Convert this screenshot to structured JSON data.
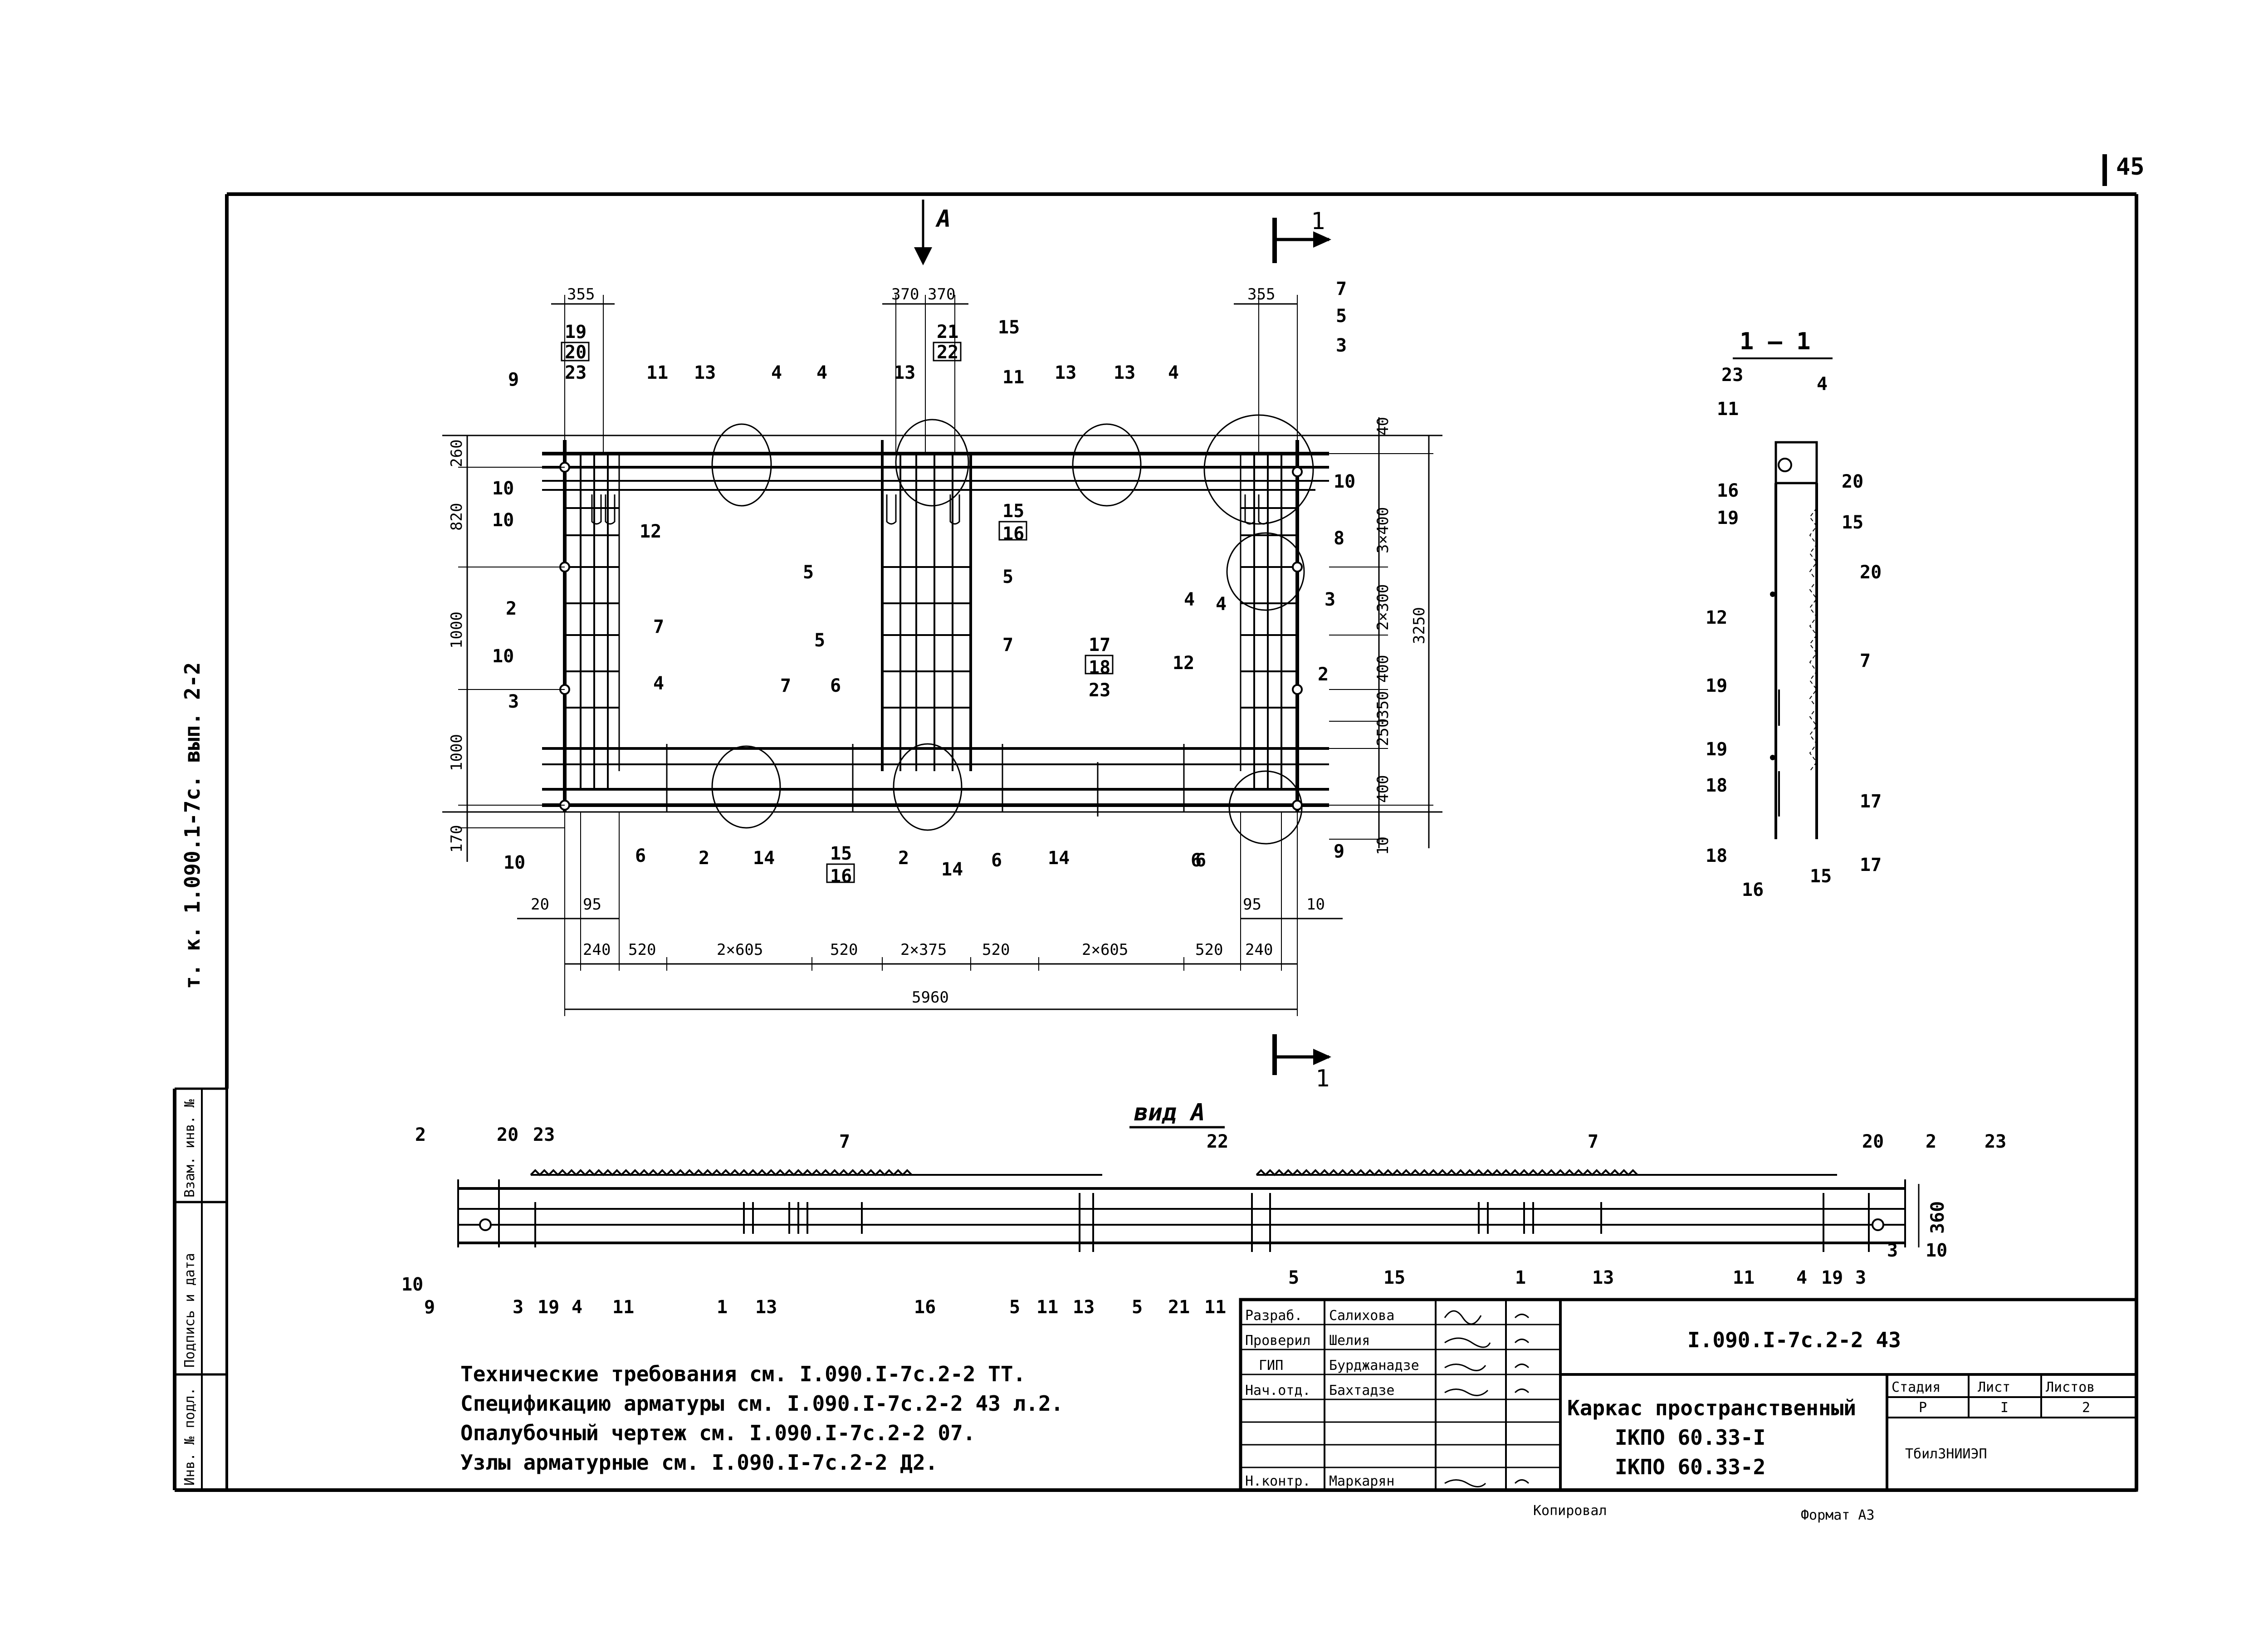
{
  "sheet_number": "45",
  "side_stamp": "т. к.  1.090.1-7с. вып. 2-2",
  "view_a_arrow_label": "А",
  "section_mark": "1",
  "section_title": "1 – 1",
  "view_a_title": "вид А",
  "main_plan": {
    "top_dims": [
      "355",
      "370",
      "370",
      "355"
    ],
    "left_dims": [
      "260",
      "820",
      "1000",
      "1000",
      "170"
    ],
    "right_dims": [
      "40",
      "3×400",
      "2×300",
      "400",
      "350",
      "250",
      "400",
      "10"
    ],
    "overall_height": "3250",
    "bottom_dims_row1": [
      "20",
      "95",
      "95",
      "10"
    ],
    "bottom_dims_row2": [
      "240",
      "520",
      "2×605",
      "520",
      "2×375",
      "520",
      "2×605",
      "520",
      "240"
    ],
    "overall_width": "5960",
    "callouts": [
      "19",
      "20",
      "23",
      "21",
      "22",
      "15",
      "7",
      "5",
      "3",
      "9",
      "11",
      "13",
      "4",
      "13",
      "4",
      "13",
      "11",
      "13",
      "4",
      "4",
      "10",
      "10",
      "10",
      "12",
      "2",
      "7",
      "4",
      "3",
      "5",
      "5",
      "5",
      "6",
      "7",
      "6",
      "7",
      "17",
      "18",
      "23",
      "15",
      "16",
      "12",
      "4",
      "3",
      "2",
      "8",
      "10",
      "10",
      "6",
      "2",
      "14",
      "15",
      "16",
      "2",
      "14",
      "6",
      "14",
      "6",
      "9"
    ]
  },
  "section_callouts": [
    "23",
    "4",
    "11",
    "16",
    "20",
    "19",
    "15",
    "12",
    "20",
    "19",
    "7",
    "19",
    "18",
    "17",
    "18",
    "16",
    "15",
    "17"
  ],
  "view_a": {
    "callouts_top": [
      "2",
      "20",
      "23",
      "7",
      "22",
      "7",
      "20",
      "2",
      "23"
    ],
    "callouts_bottom": [
      "10",
      "9",
      "3",
      "19",
      "4",
      "11",
      "1",
      "13",
      "16",
      "5",
      "11",
      "13",
      "5",
      "21",
      "11",
      "5",
      "15",
      "1",
      "13",
      "11",
      "4",
      "19",
      "3",
      "3",
      "10"
    ],
    "height_dim": "360"
  },
  "notes": [
    "Технические требования см. I.090.I-7с.2-2 ТТ.",
    "Спецификацию арматуры см. I.090.I-7с.2-2 43 л.2.",
    "Опалубочный чертеж см. I.090.I-7с.2-2 07.",
    "Узлы арматурные см. I.090.I-7с.2-2 Д2."
  ],
  "left_strip": {
    "labels": [
      "Взам. инв. №",
      "Подпись и дата",
      "Инв. № подл."
    ]
  },
  "title_block": {
    "rows": [
      {
        "role": "Разраб.",
        "name": "Салихова"
      },
      {
        "role": "Проверил",
        "name": "Шелия"
      },
      {
        "role": "ГИП",
        "name": "Бурджанадзе"
      },
      {
        "role": "Нач.отд.",
        "name": "Бахтадзе"
      },
      {
        "role": "",
        "name": ""
      },
      {
        "role": "",
        "name": ""
      },
      {
        "role": "Н.контр.",
        "name": "Маркарян"
      }
    ],
    "doc_code": "I.090.I-7с.2-2 43",
    "title_line1": "Каркас пространственный",
    "title_line2": "IКПО 60.33-I",
    "title_line3": "IКПО 60.33-2",
    "stage_header": "Стадия",
    "sheet_header": "Лист",
    "sheets_header": "Листов",
    "stage": "Р",
    "sheet": "I",
    "sheets": "2",
    "org": "ТбилЗНИИЭП"
  },
  "footer": {
    "copied": "Копировал",
    "format": "Формат А3"
  }
}
